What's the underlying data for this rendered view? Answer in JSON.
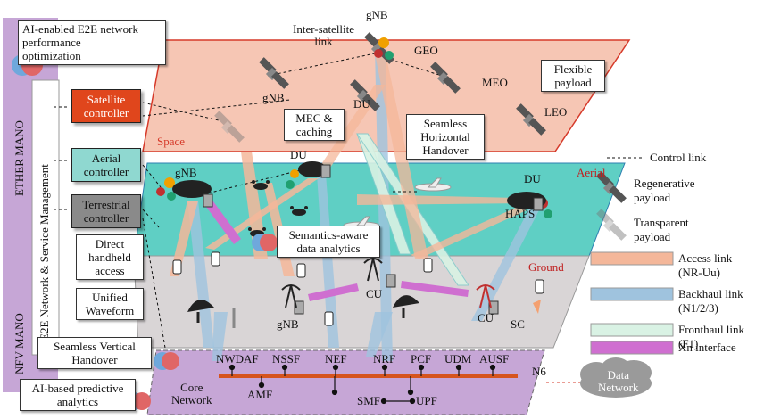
{
  "layers": {
    "space": "Space",
    "aerial": "Aerial",
    "ground": "Ground",
    "core": "Core\nNetwork"
  },
  "orbits": {
    "geo": "GEO",
    "meo": "MEO",
    "leo": "LEO"
  },
  "nodes": {
    "gnb_top": "gNB",
    "gnb_space": "gNB",
    "du_space": "DU",
    "du_aerial": "DU",
    "gnb_aerial": "gNB",
    "du_haps": "DU",
    "haps": "HAPS",
    "gnb_ground": "gNB",
    "cu_ground1": "CU",
    "cu_ground2": "CU",
    "sc": "SC"
  },
  "annotations": {
    "inter_satellite": "Inter-satellite\nlink",
    "flexible_payload": "Flexible\npayload",
    "mec_caching": "MEC &\ncaching",
    "horizontal_handover": "Seamless\nHorizontal\nHandover",
    "semantics": "Semantics-aware\ndata analytics",
    "direct_handheld": "Direct\nhandheld\naccess",
    "unified_waveform": "Unified\nWaveform",
    "vertical_handover": "Seamless Vertical\nHandover",
    "ai_predictive": "AI-based predictive\nanalytics",
    "ai_e2e": "AI-enabled E2E network\nperformance\noptimization"
  },
  "controllers": {
    "satellite": "Satellite\ncontroller",
    "aerial": "Aerial\ncontroller",
    "terrestrial": "Terrestrial\ncontroller"
  },
  "side_labels": {
    "ether_mano": "ETHER MANO",
    "nfv_mano": "NFV MANO",
    "e2e_mgmt": "E2E Network & Service Management"
  },
  "core_functions": {
    "top": [
      "NWDAF",
      "NSSF",
      "NEF",
      "NRF",
      "PCF",
      "UDM",
      "AUSF"
    ],
    "amf": "AMF",
    "smf": "SMF",
    "upf": "UPF",
    "n6": "N6",
    "data_network": "Data\nNetwork"
  },
  "legend": {
    "control_link": "Control link",
    "regenerative": "Regenerative\npayload",
    "transparent": "Transparent\npayload",
    "access": "Access link\n(NR-Uu)",
    "backhaul": "Backhaul link\n(N1/2/3)",
    "fronthaul": "Fronthaul link (F1)",
    "xn": "Xn interface"
  },
  "colors": {
    "space_plane": "#f6c6b4",
    "aerial_plane": "#5fcfc4",
    "ground_plane": "#d9d5d6",
    "core_plane": "#c6a6d6",
    "side_panel": "#c6a6d6",
    "satellite_ctrl": "#e0461c",
    "aerial_ctrl": "#8fd8d0",
    "terrestrial_ctrl": "#8a8a8a",
    "access": "#f4b79a",
    "backhaul": "#9fc3de",
    "fronthaul": "#d9f2e4",
    "xn": "#cf6fd0"
  }
}
